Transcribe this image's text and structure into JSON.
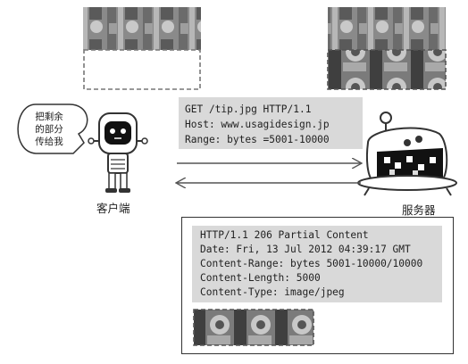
{
  "speech_bubble": [
    "把剩余",
    "的部分",
    "传给我"
  ],
  "client_label": "客户端",
  "server_label": "服务器",
  "request_lines": [
    "GET /tip.jpg HTTP/1.1",
    "Host: www.usagidesign.jp",
    "Range: bytes =5001-10000"
  ],
  "response_lines": [
    "HTTP/1.1 206 Partial Content",
    "Date: Fri, 13 Jul 2012 04:39:17 GMT",
    "Content-Range: bytes 5001-10000/10000",
    "Content-Length: 5000",
    "Content-Type: image/jpeg"
  ]
}
